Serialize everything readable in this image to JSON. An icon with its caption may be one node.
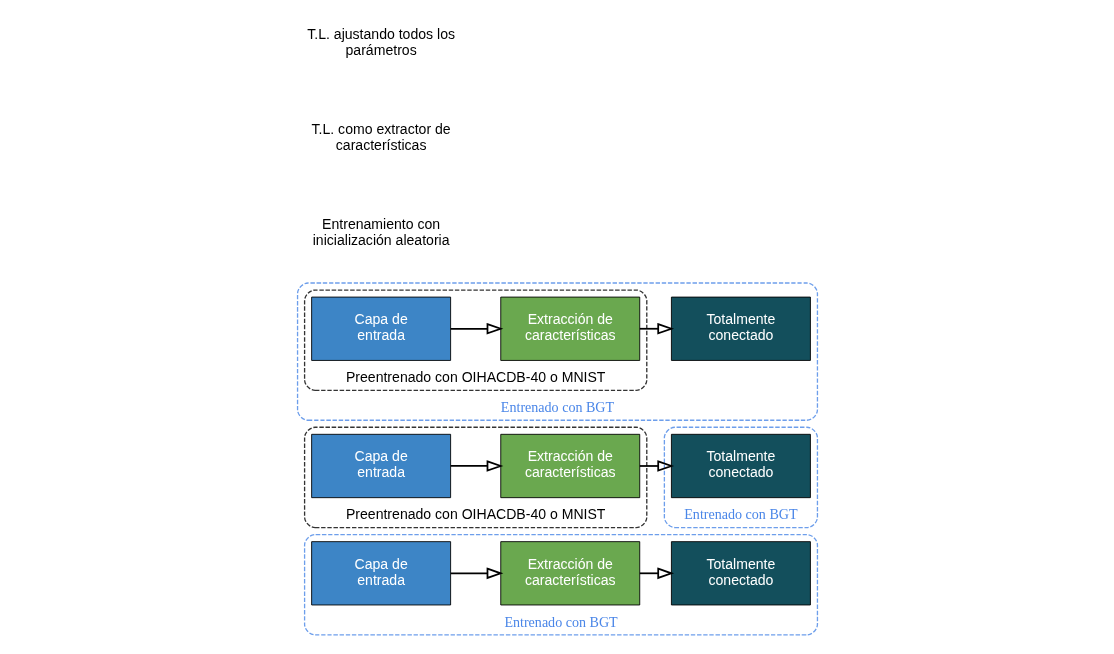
{
  "diagram": {
    "nodes": [
      {
        "text": [
          "Entrenado con BGT"
        ]
      },
      {
        "text": [
          "Capa de entrada"
        ],
        "in": 0
      },
      {
        "text": [
          "Extracción de características"
        ],
        "in": 0
      },
      {
        "text": [
          "Totalmente conectado"
        ],
        "in": 0
      },
      {
        "text": [
          "Preentrenado con OIHACDB-40 o MNIST"
        ]
      },
      {
        "text": [
          "Capa de entrada"
        ],
        "in": 4
      },
      {
        "text": [
          "Extracción de características"
        ],
        "in": 4
      },
      {
        "text": [
          "Entrenado con BGT"
        ]
      },
      {
        "text": [
          "Totalmente conectado"
        ],
        "in": 7
      },
      {
        "text": [
          "Entrenado con BGT"
        ]
      },
      {
        "text": [
          "Preentrenado con OIHACDB-40 o MNIST"
        ],
        "in": 9
      },
      {
        "text": [
          "Capa de entrada"
        ],
        "in": 10
      },
      {
        "text": [
          "Extracción de características"
        ],
        "in": 10
      },
      {
        "text": [
          "Totalmente conectado"
        ],
        "in": 9
      }
    ],
    "edges": [
      {
        "from": 1,
        "to": 2,
        "arrow": "to"
      },
      {
        "from": 2,
        "to": 3,
        "arrow": "to"
      },
      {
        "from": 5,
        "to": 6,
        "arrow": "to"
      },
      {
        "from": 6,
        "to": 8,
        "arrow": "to"
      },
      {
        "from": 11,
        "to": 12,
        "arrow": "to"
      },
      {
        "from": 12,
        "to": 13,
        "arrow": "to"
      }
    ],
    "labels": [
      "Entrenamiento con inicialización aleatoria",
      "T.L. como extractor de características",
      "T.L. ajustando todos los parámetros"
    ]
  }
}
